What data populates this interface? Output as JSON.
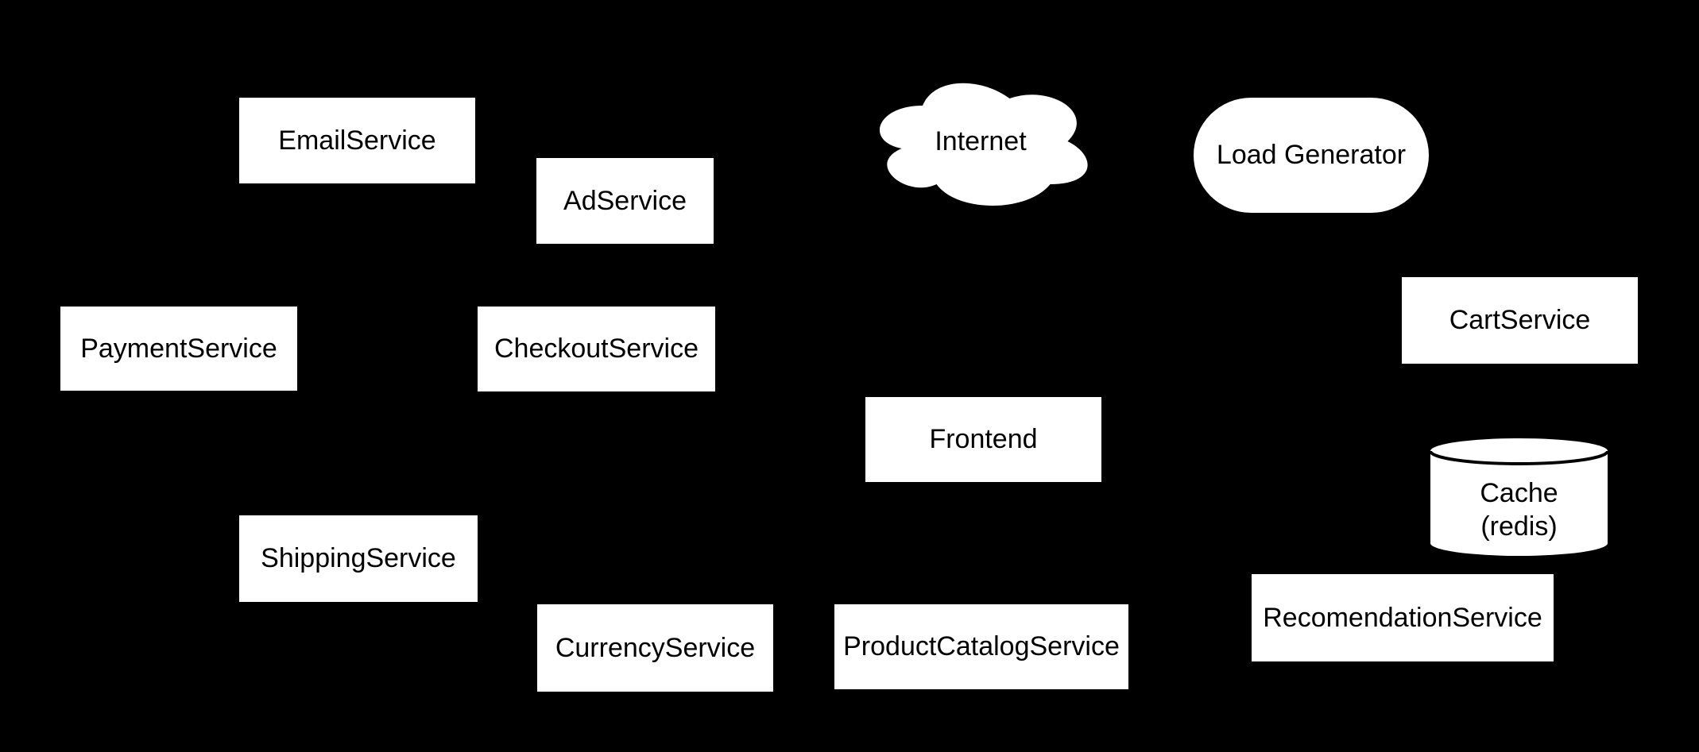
{
  "diagram": {
    "background_color": "#000000",
    "node_fill_color": "#ffffff",
    "node_text_color": "#000000",
    "nodes": {
      "email_service": {
        "label": "EmailService",
        "shape": "rectangle"
      },
      "ad_service": {
        "label": "AdService",
        "shape": "rectangle"
      },
      "internet": {
        "label": "Internet",
        "shape": "cloud"
      },
      "load_generator": {
        "label": "Load Generator",
        "shape": "rounded-rectangle"
      },
      "payment_service": {
        "label": "PaymentService",
        "shape": "rectangle"
      },
      "checkout_service": {
        "label": "CheckoutService",
        "shape": "rectangle"
      },
      "cart_service": {
        "label": "CartService",
        "shape": "rectangle"
      },
      "frontend": {
        "label": "Frontend",
        "shape": "rectangle"
      },
      "cache_redis": {
        "label": "Cache",
        "sublabel": "(redis)",
        "shape": "cylinder"
      },
      "shipping_service": {
        "label": "ShippingService",
        "shape": "rectangle"
      },
      "currency_service": {
        "label": "CurrencyService",
        "shape": "rectangle"
      },
      "product_catalog_service": {
        "label": "ProductCatalogService",
        "shape": "rectangle"
      },
      "recomendation_service": {
        "label": "RecomendationService",
        "shape": "rectangle"
      }
    }
  }
}
